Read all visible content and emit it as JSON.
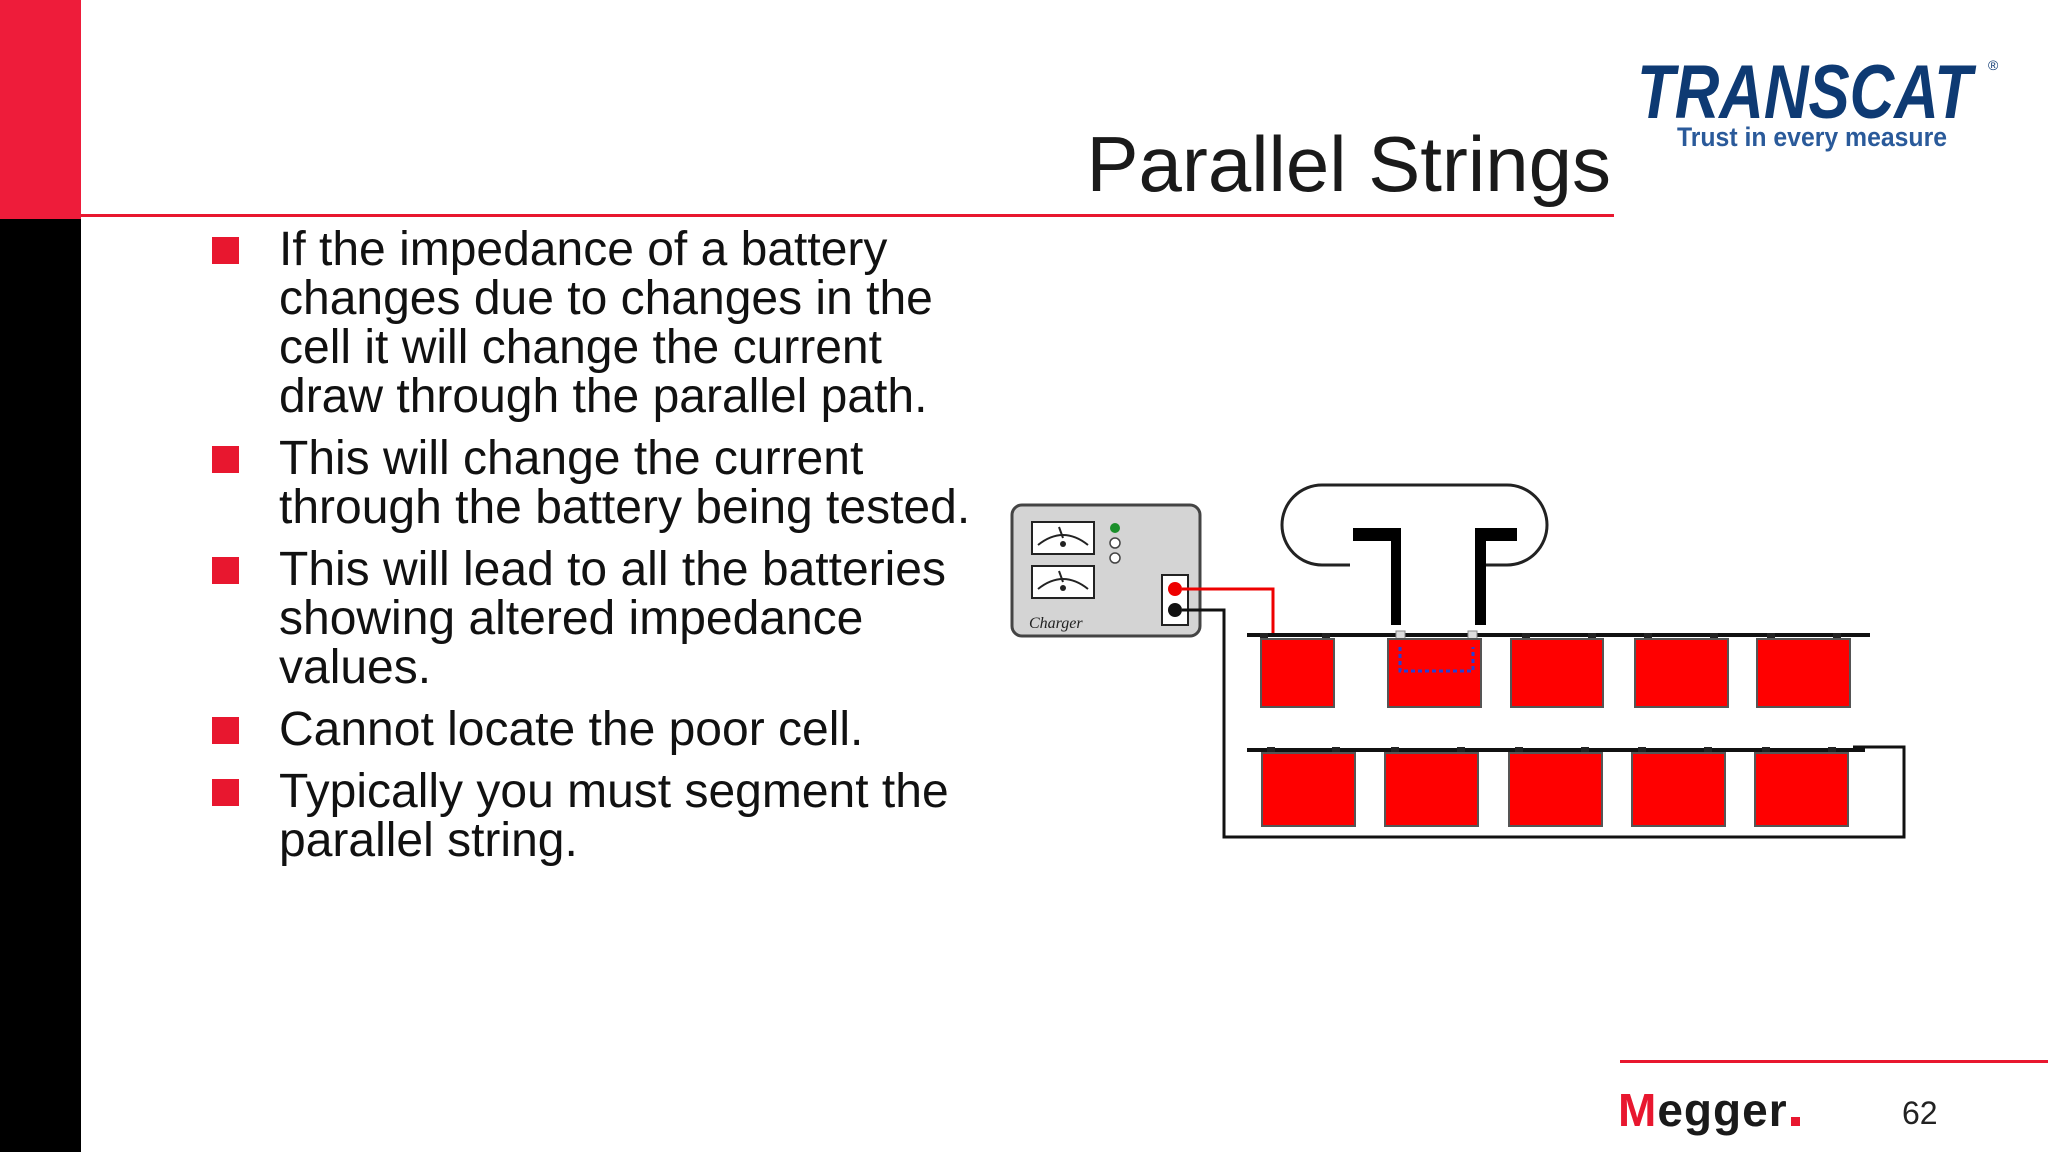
{
  "slide": {
    "title": "Parallel Strings",
    "page_number": "62"
  },
  "logo": {
    "name": "TRANSCAT",
    "tagline": "Trust in every measure",
    "registered": "®"
  },
  "bullets": [
    {
      "text": "If the impedance of a battery changes due to changes in the cell it will change the current draw through the parallel path."
    },
    {
      "text": "This will change the current through the battery being tested."
    },
    {
      "text": "This will lead to all the batteries showing altered impedance values."
    },
    {
      "text": "Cannot locate the poor cell."
    },
    {
      "text": "Typically you must segment the parallel string."
    }
  ],
  "diagram": {
    "charger_label": "Charger",
    "battery_color": "#ff0000",
    "top_row_count": 5,
    "bottom_row_count": 5
  },
  "footer": {
    "brand_first": "M",
    "brand_rest": "egger"
  },
  "colors": {
    "accent_red": "#e8172f",
    "logo_blue": "#0e3a73"
  }
}
